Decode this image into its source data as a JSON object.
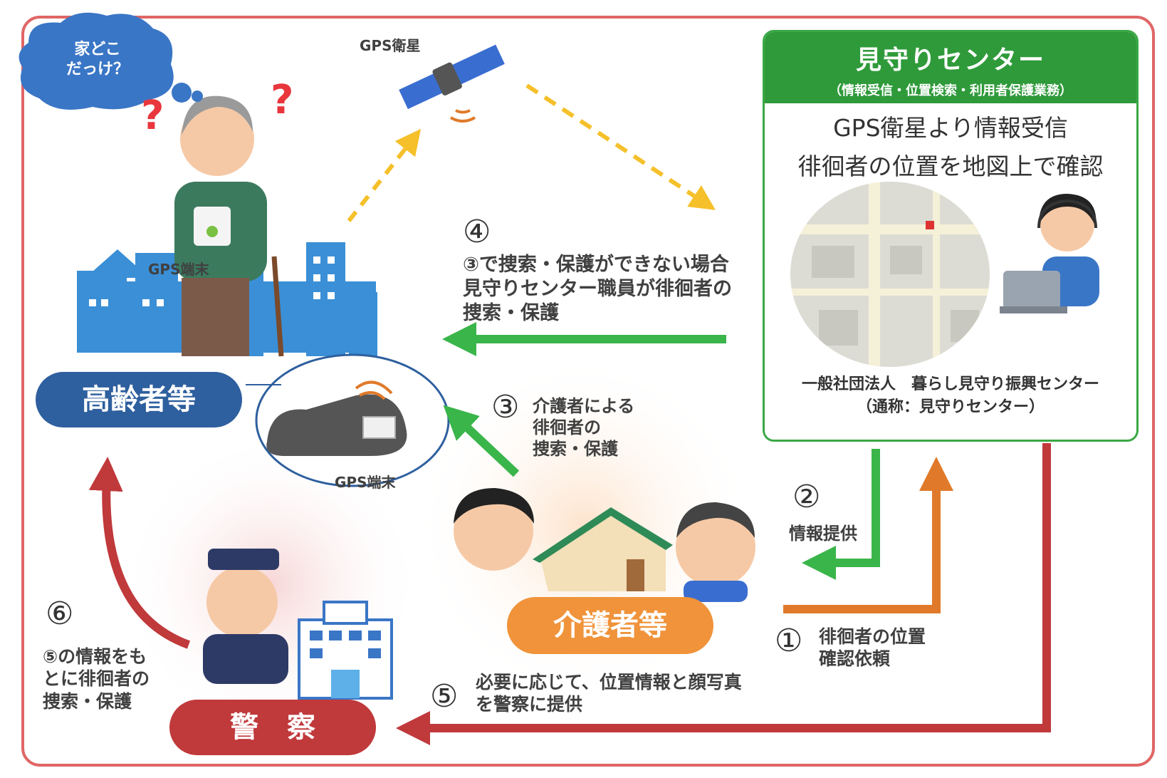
{
  "satellite_label": "GPS衛星",
  "thought_bubble": "家どこ\nだっけ？",
  "elderly_device_label": "GPS端末",
  "shoe_device_label": "GPS端末",
  "elderly_pill": "高齢者等",
  "caregiver_pill": "介護者等",
  "police_pill": "警　察",
  "center": {
    "title": "見守りセンター",
    "subtitle": "（情報受信・位置検索・利用者保護業務）",
    "line1": "GPS衛星より情報受信",
    "line2": "徘徊者の位置を地図上で確認",
    "org_line1": "一般社団法人　暮らし見守り振興センター",
    "org_line2": "（通称：見守りセンター）"
  },
  "steps": [
    {
      "num": "①",
      "text": "徘徊者の位置\n確認依頼"
    },
    {
      "num": "②",
      "text": "情報提供"
    },
    {
      "num": "③",
      "text": "介護者による\n徘徊者の\n捜索・保護"
    },
    {
      "num": "④",
      "text": "③で捜索・保護ができない場合\n見守りセンター職員が徘徊者の\n捜索・保護"
    },
    {
      "num": "⑤",
      "text": "必要に応じて、位置情報と顔写真\nを警察に提供"
    },
    {
      "num": "⑥",
      "text": "⑤の情報をも\nとに徘徊者の\n捜索・保護"
    }
  ],
  "colors": {
    "frame": "#e06666",
    "green_arrow": "#3ab54a",
    "orange_arrow": "#e07a2a",
    "red_arrow": "#c0393b",
    "dashed_arrow": "#f5c02a",
    "elderly_pill": "#2e5f9e",
    "caregiver_pill": "#f0933a",
    "police_pill": "#c0393b",
    "center_header": "#2f9a3a"
  }
}
